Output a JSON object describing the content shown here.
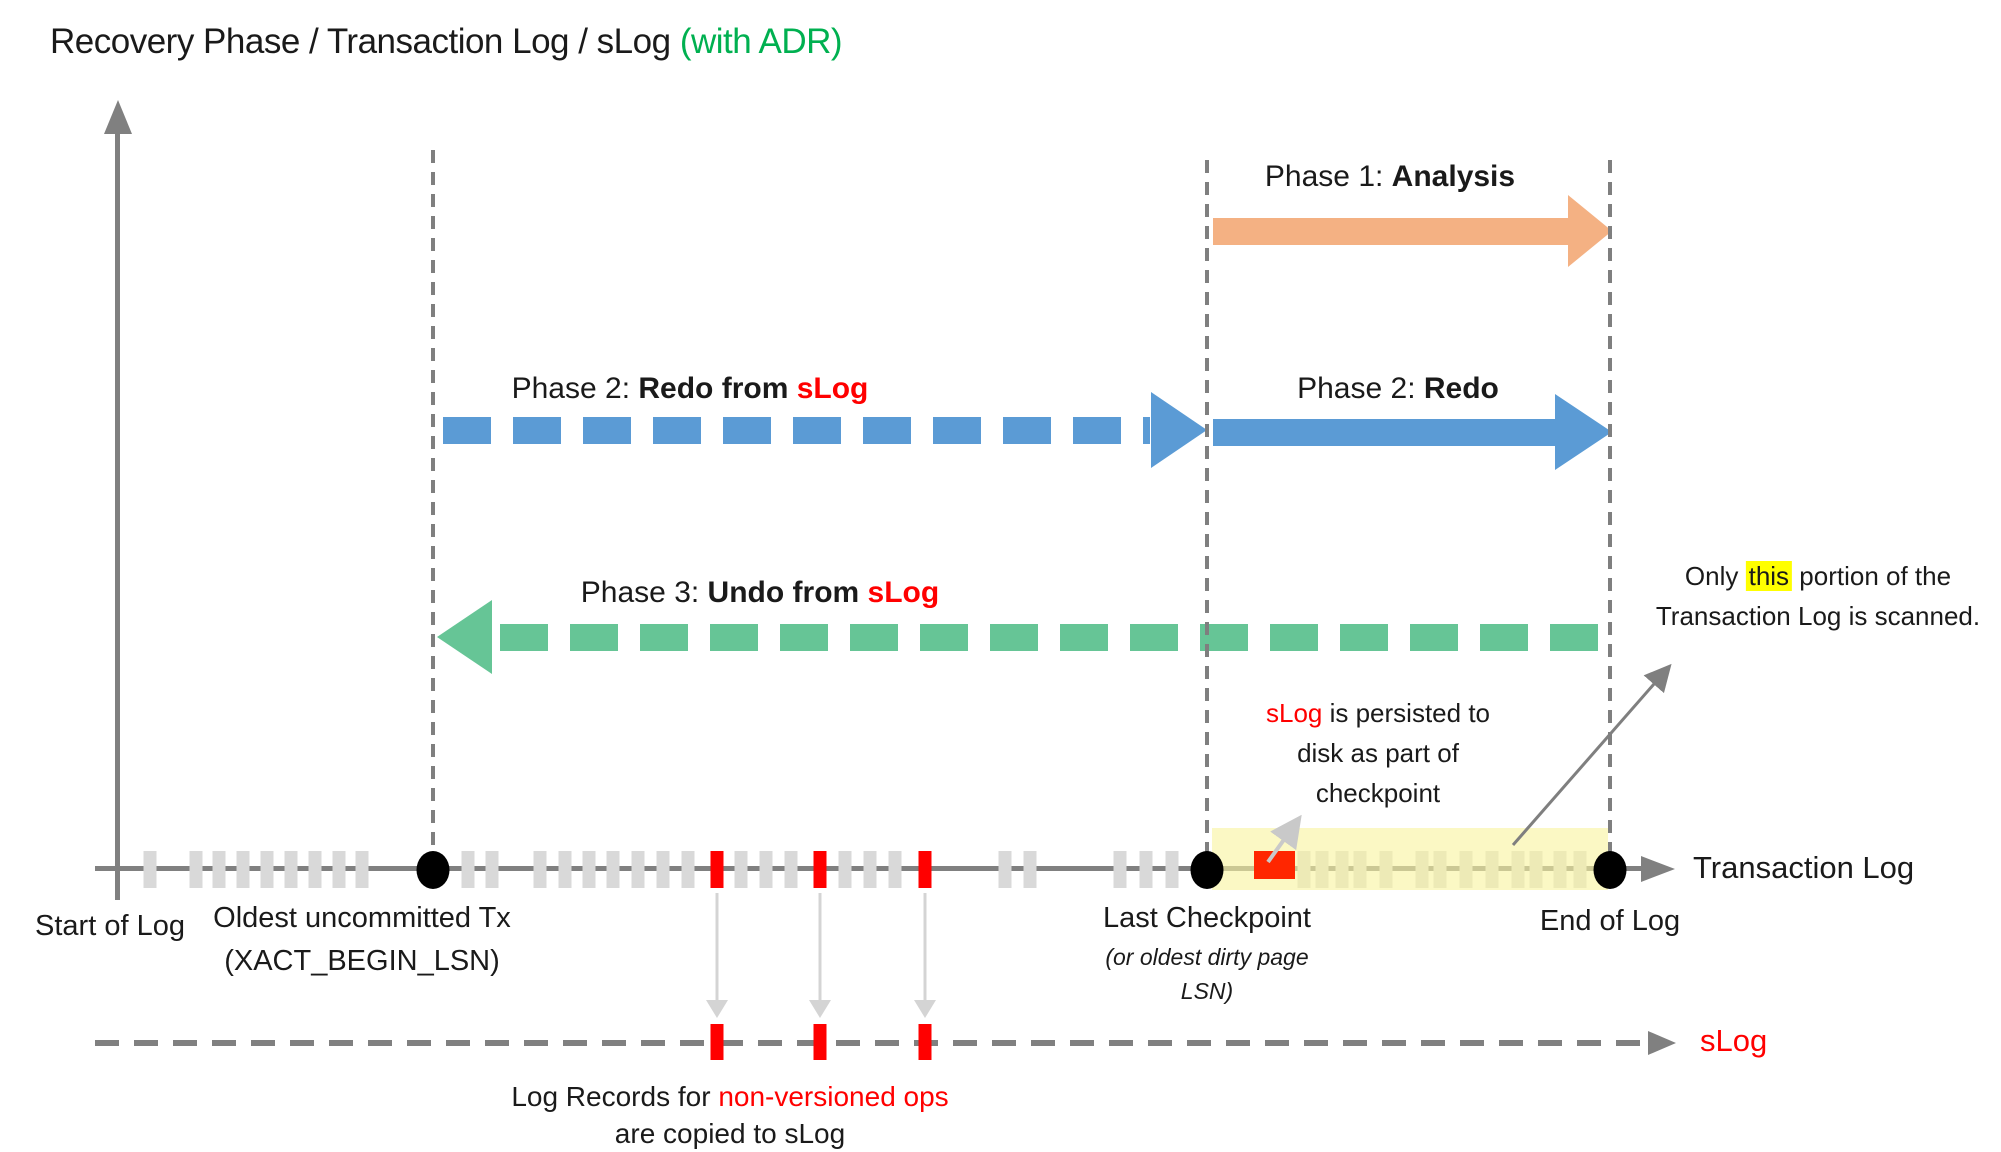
{
  "title": {
    "main": "Recovery Phase / Transaction Log / sLog ",
    "suffix": "(with ADR)"
  },
  "colors": {
    "title_suffix_green": "#00B050",
    "phase1_orange": "#F4B183",
    "phase2_blue": "#5B9BD5",
    "phase3_green": "#66C596",
    "emphasis_red": "#FF0000",
    "highlight_yellow": "#FFFF00",
    "scanned_band_yellow": "#F9F3A0",
    "log_gray": "#808080",
    "tick_gray": "#D9D9D9"
  },
  "phases": {
    "phase1": {
      "prefix": "Phase 1: ",
      "bold": "Analysis"
    },
    "phase2_slog": {
      "prefix": "Phase 2: ",
      "bold": "Redo from ",
      "red": "sLog"
    },
    "phase2": {
      "prefix": "Phase 2: ",
      "bold": "Redo"
    },
    "phase3": {
      "prefix": "Phase 3: ",
      "bold": "Undo from ",
      "red": "sLog"
    }
  },
  "annotations": {
    "scan_note": {
      "line1_prefix": "Only ",
      "line1_highlight": "this",
      "line1_suffix": " portion of the",
      "line2": "Transaction Log is scanned."
    },
    "persist_note": {
      "red": "sLog",
      "line1_rest": " is persisted to",
      "line2": "disk as part of",
      "line3": "checkpoint"
    },
    "copy_note": {
      "line1_black": "Log Records for ",
      "line1_red": "non-versioned ops",
      "line2": "are copied to sLog"
    }
  },
  "timeline": {
    "axis_label": "Transaction Log",
    "start_label": "Start of Log",
    "oldest_tx_line1": "Oldest uncommitted Tx",
    "oldest_tx_line2": "(XACT_BEGIN_LSN)",
    "checkpoint_label": "Last Checkpoint",
    "checkpoint_sub1": "(or oldest dirty page",
    "checkpoint_sub2": "LSN)",
    "end_label": "End of Log",
    "markers": [
      433,
      1207,
      1610
    ],
    "gray_ticks": [
      150,
      196,
      219,
      243,
      267,
      291,
      315,
      339,
      362,
      468,
      492,
      540,
      565,
      589,
      613,
      638,
      663,
      688,
      741,
      766,
      791,
      845,
      870,
      895,
      1005,
      1030,
      1120,
      1146,
      1172,
      1304,
      1322,
      1342,
      1360,
      1386,
      1422,
      1440,
      1466,
      1492,
      1518,
      1536,
      1560,
      1580
    ],
    "red_ticks": [
      717,
      820,
      925
    ]
  },
  "slog": {
    "label": "sLog",
    "red_ticks": [
      717,
      820,
      925
    ]
  }
}
